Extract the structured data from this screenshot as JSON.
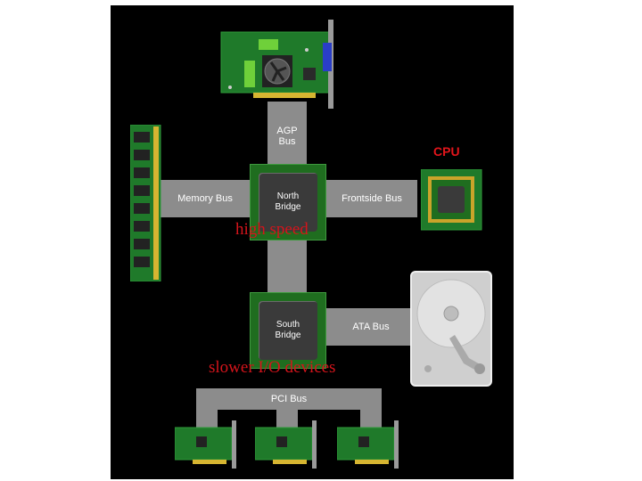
{
  "diagram": {
    "buses": {
      "agp": "AGP\nBus",
      "memory": "Memory Bus",
      "frontside": "Frontside Bus",
      "ata": "ATA Bus",
      "pci": "PCI Bus"
    },
    "chips": {
      "north_bridge": "North\nBridge",
      "south_bridge": "South\nBridge"
    },
    "cpu_label": "CPU",
    "annotations": {
      "high_speed": "high speed",
      "slower_io": "slower I/O devices"
    },
    "colors": {
      "background": "#000000",
      "bus": "#8c8c8c",
      "board": "#1f7a2a",
      "annotation": "#d4141b"
    }
  }
}
